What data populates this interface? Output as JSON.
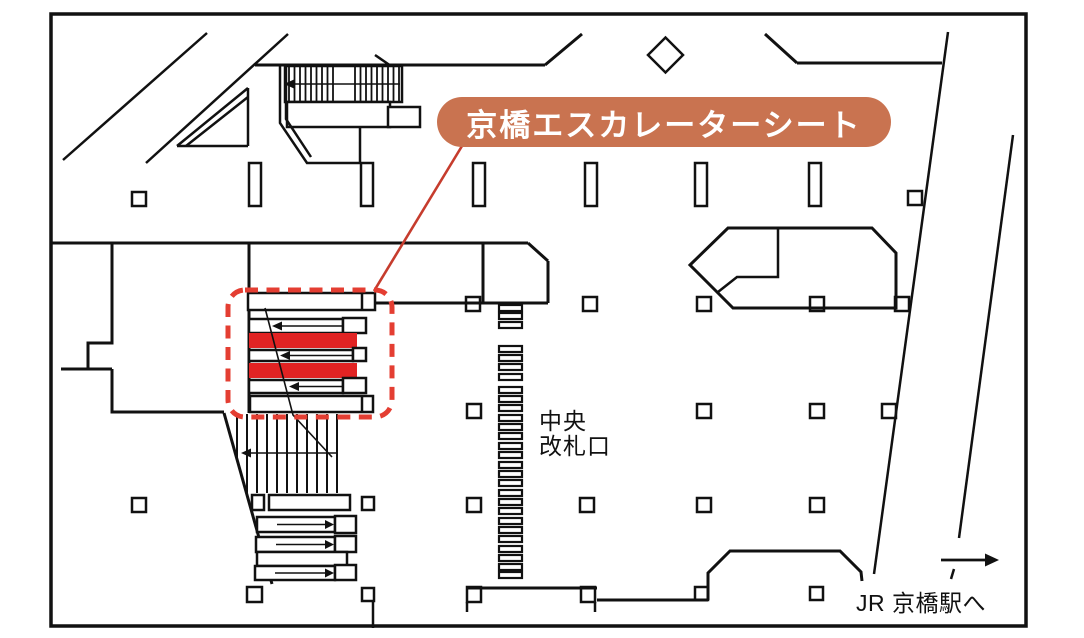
{
  "callout": {
    "label": "京橋エスカレーターシート"
  },
  "labels": {
    "central_gate": [
      "中央",
      "改札口"
    ],
    "jr_station": "JR 京橋駅へ"
  },
  "icons": {
    "jr_direction_arrow": "right-arrow",
    "upper_escalator_arrows": "left-arrow",
    "lower_escalator_arrows": "right-arrow"
  },
  "colors": {
    "callout_bg": "#C97350",
    "callout_text": "#FFFFFF",
    "highlight_bar": "#E12323",
    "dashed_outline": "#E43E32",
    "leader_line": "#C63C2D",
    "map_line": "#111111",
    "background": "#FFFFFF"
  }
}
